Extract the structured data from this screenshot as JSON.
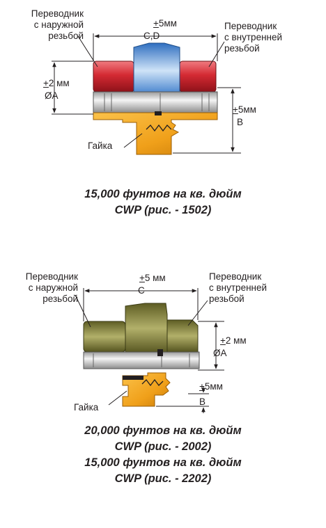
{
  "diagram1": {
    "label_male": [
      "Переводник",
      "с наружной",
      "резьбой"
    ],
    "label_female": [
      "Переводник",
      "с внутренней",
      "резьбой"
    ],
    "dim_cd": "C,D",
    "tol_cd": "5мм",
    "tol_a": "2 мм",
    "dim_a": "ØA",
    "tol_b": "5мм",
    "dim_b": "B",
    "label_nut": "Гайка",
    "caption": [
      "15,000 фунтов на кв. дюйм",
      "CWP (рис. - 1502)"
    ]
  },
  "diagram2": {
    "label_male": [
      "Переводник",
      "с наружной",
      "резьбой"
    ],
    "label_female": [
      "Переводник",
      "с внутренней",
      "резьбой"
    ],
    "dim_c": "C",
    "tol_c": "5 мм",
    "tol_a": "2 мм",
    "dim_a": "ØA",
    "tol_b": "5мм",
    "dim_b": "B",
    "label_nut": "Гайка",
    "caption": [
      "20,000 фунтов на кв. дюйм",
      "CWP (рис. - 2002)",
      "15,000 фунтов на кв. дюйм",
      "CWP (рис. - 2202)"
    ]
  },
  "colors": {
    "red_sub": "#d0343b",
    "blue_wing": "#4a8fd6",
    "nut_orange": "#f0a21b",
    "olive_body": "#8a8a3a",
    "steel": "#c9c9c9",
    "line": "#231f20"
  }
}
